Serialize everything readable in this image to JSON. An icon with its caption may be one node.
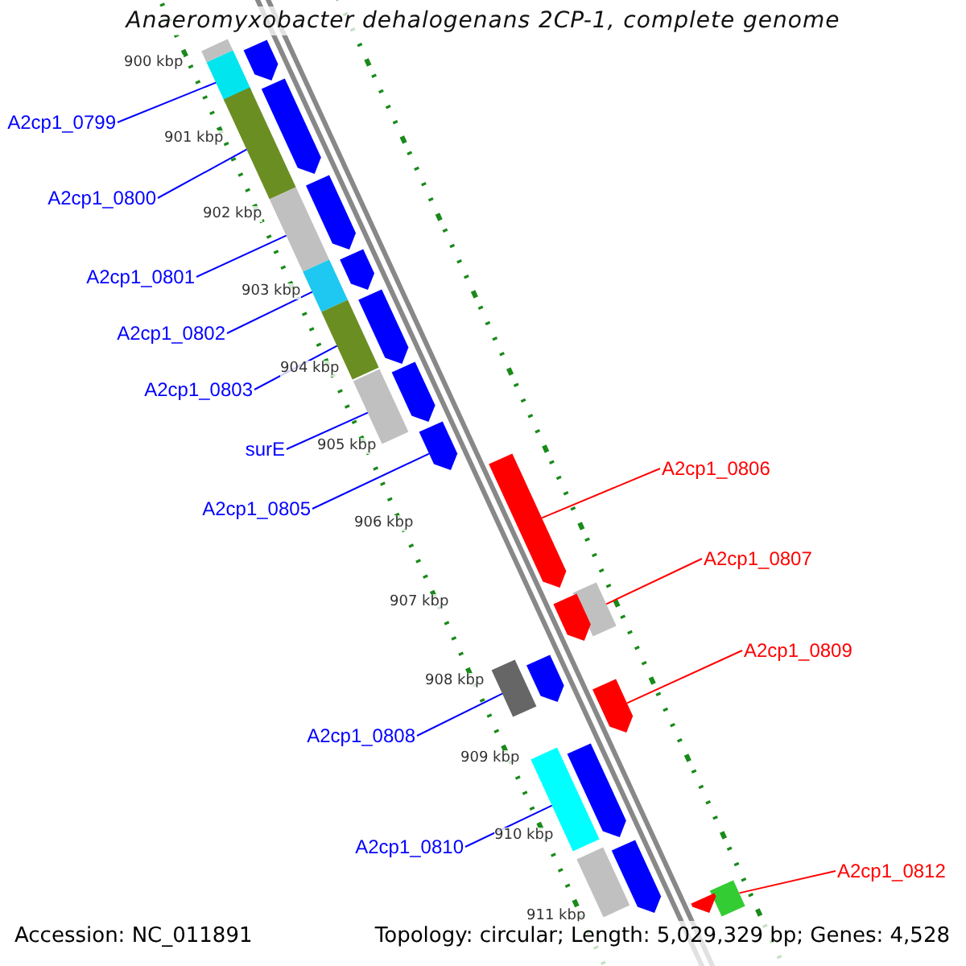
{
  "diagram": {
    "title": "Anaeromyxobacter dehalogenans 2CP-1, complete genome",
    "nodes": [
      {
        "text": [
          "A2cp1_0799"
        ]
      },
      {
        "text": [
          "A2cp1_0800"
        ]
      },
      {
        "text": [
          "A2cp1_0801"
        ]
      },
      {
        "text": [
          "A2cp1_0802"
        ]
      },
      {
        "text": [
          "A2cp1_0803"
        ]
      },
      {
        "text": [
          "surE"
        ]
      },
      {
        "text": [
          "A2cp1_0806"
        ]
      },
      {
        "text": [
          "A2cp1_0805"
        ]
      },
      {
        "text": [
          "A2cp1_0807"
        ]
      },
      {
        "text": [
          "A2cp1_0809"
        ]
      },
      {
        "text": [
          "A2cp1_0808"
        ]
      },
      {
        "text": [
          "A2cp1_0810"
        ]
      },
      {
        "text": [
          "A2cp1_0812"
        ]
      },
      {
        "text": [],
        "shape": "bar"
      },
      {
        "text": [],
        "shape": "bar"
      },
      {
        "text": [],
        "shape": "bar"
      },
      {
        "text": [],
        "shape": "bar"
      },
      {
        "text": [],
        "shape": "bar"
      },
      {
        "text": [],
        "shape": "bar"
      },
      {
        "text": [],
        "shape": "bar"
      },
      {
        "text": [],
        "shape": "bar"
      },
      {
        "text": [],
        "shape": "bar"
      },
      {
        "text": [],
        "shape": "bar"
      },
      {
        "text": [],
        "shape": "bar"
      },
      {
        "text": [],
        "shape": "bar"
      },
      {
        "text": [],
        "shape": "bar"
      },
      {
        "text": [],
        "shape": "bar"
      },
      {
        "text": [],
        "shape": "bar"
      },
      {
        "text": [],
        "shape": "bar"
      },
      {
        "text": [],
        "shape": "bar"
      },
      {
        "text": [],
        "shape": "bar"
      },
      {
        "text": [],
        "shape": "bar"
      },
      {
        "text": [],
        "shape": "bar"
      },
      {
        "text": [],
        "shape": "bar"
      },
      {
        "text": [],
        "shape": "bar"
      },
      {
        "text": [],
        "shape": "bar"
      },
      {
        "text": [],
        "shape": "bar"
      },
      {
        "text": [],
        "shape": "bar"
      },
      {
        "text": [],
        "shape": "bar"
      }
    ],
    "edges": [
      {
        "from": 0,
        "to": 15,
        "arrow": "none"
      },
      {
        "from": 1,
        "to": 16,
        "arrow": "none"
      },
      {
        "from": 2,
        "to": 18,
        "arrow": "none"
      },
      {
        "from": 3,
        "to": 20,
        "arrow": "none"
      },
      {
        "from": 4,
        "to": 22,
        "arrow": "none"
      },
      {
        "from": 5,
        "to": 24,
        "arrow": "none"
      },
      {
        "from": 6,
        "to": 27,
        "arrow": "none",
        "color": "#ff0000"
      },
      {
        "from": 7,
        "to": 26,
        "arrow": "none"
      },
      {
        "from": 8,
        "to": 28,
        "arrow": "none",
        "color": "#ff0000"
      },
      {
        "from": 9,
        "to": 32,
        "arrow": "none",
        "color": "#ff0000"
      },
      {
        "from": 10,
        "to": 30,
        "arrow": "none"
      },
      {
        "from": 11,
        "to": 33,
        "arrow": "none"
      },
      {
        "from": 12,
        "to": 37,
        "arrow": "none",
        "color": "#ff0000"
      }
    ],
    "labels": [
      "900 kbp",
      "901 kbp",
      "902 kbp",
      "903 kbp",
      "904 kbp",
      "905 kbp",
      "906 kbp",
      "907 kbp",
      "908 kbp",
      "909 kbp",
      "910 kbp",
      "911 kbp",
      "Accession: NC_011891",
      "Topology: circular; Length: 5,029,329 bp; Genes: 4,528"
    ]
  }
}
